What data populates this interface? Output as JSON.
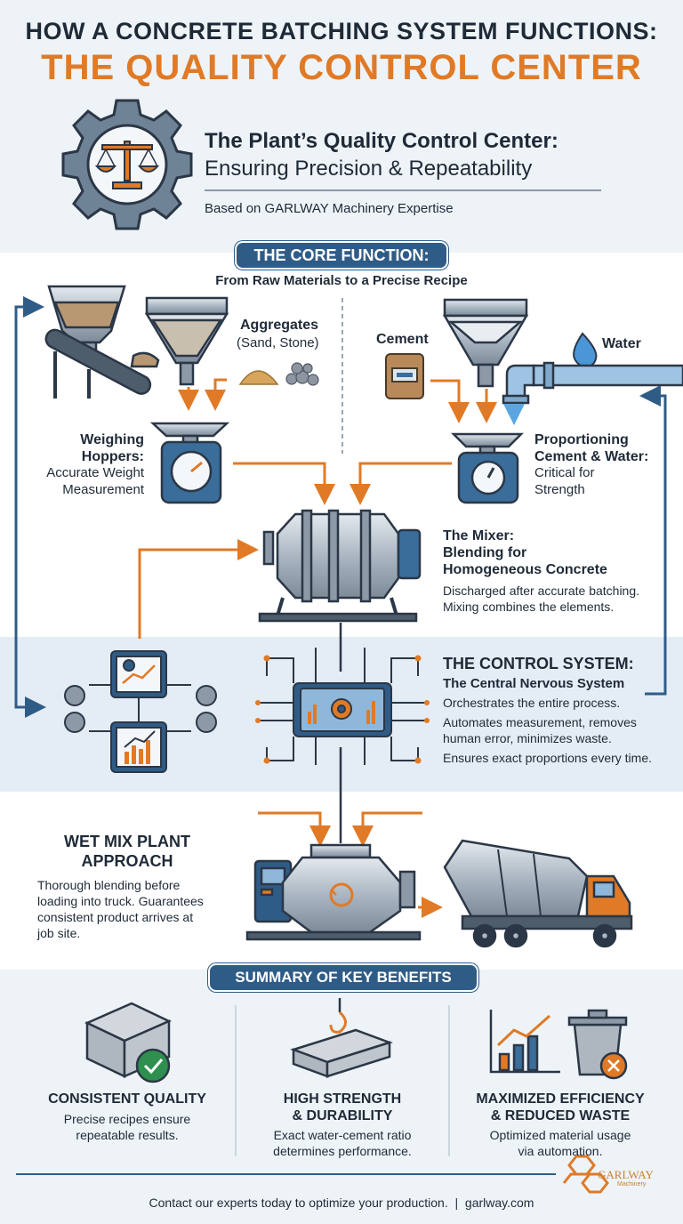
{
  "title": {
    "line1": "HOW A CONCRETE BATCHING SYSTEM FUNCTIONS:",
    "line2": "THE QUALITY CONTROL CENTER"
  },
  "header": {
    "heading": "The Plant’s Quality Control Center:",
    "subheading": "Ensuring Precision & Repeatability",
    "source": "Based on GARLWAY Machinery Expertise"
  },
  "core": {
    "pill": "THE CORE FUNCTION:",
    "subtitle": "From Raw Materials to a Precise Recipe"
  },
  "materials": {
    "aggregates_title": "Aggregates",
    "aggregates_sub": "(Sand, Stone)",
    "cement": "Cement",
    "water": "Water"
  },
  "weighing": {
    "title1": "Weighing",
    "title2": "Hoppers:",
    "desc1": "Accurate Weight",
    "desc2": "Measurement"
  },
  "proportioning": {
    "title1": "Proportioning",
    "title2": "Cement & Water:",
    "desc1": "Critical for",
    "desc2": "Strength"
  },
  "mixer": {
    "title1": "The Mixer:",
    "title2": "Blending for",
    "title3": "Homogeneous Concrete",
    "desc1": "Discharged after accurate batching.",
    "desc2": "Mixing combines the elements."
  },
  "control": {
    "title": "THE CONTROL SYSTEM:",
    "subtitle": "The Central Nervous System",
    "line1": "Orchestrates the entire process.",
    "line2": "Automates measurement, removes",
    "line3": "human error, minimizes waste.",
    "line4": "Ensures exact proportions every time."
  },
  "wetmix": {
    "title1": "WET MIX PLANT",
    "title2": "APPROACH",
    "desc1": "Thorough blending before",
    "desc2": "loading into truck. Guarantees",
    "desc3": "consistent product arrives at",
    "desc4": "job site."
  },
  "summary": {
    "pill": "SUMMARY OF KEY BENEFITS",
    "benefits": [
      {
        "title1": "CONSISTENT QUALITY",
        "title2": "",
        "desc1": "Precise recipes ensure",
        "desc2": "repeatable results.",
        "icon": "concrete-cube-check-icon"
      },
      {
        "title1": "HIGH STRENGTH",
        "title2": "& DURABILITY",
        "desc1": "Exact water-cement ratio",
        "desc2": "determines performance.",
        "icon": "steel-beam-crane-icon"
      },
      {
        "title1": "MAXIMIZED EFFICIENCY",
        "title2": "& REDUCED WASTE",
        "desc1": "Optimized material usage",
        "desc2": "via automation.",
        "icon": "chart-trash-icon"
      }
    ]
  },
  "footer": {
    "contact": "Contact our experts today to optimize your production.  |  garlway.com",
    "logo_text": "GARLWAY",
    "logo_sub": "Machinery"
  },
  "colors": {
    "orange": "#e07a26",
    "navy": "#2f5c87",
    "steel": "#6f8397",
    "dark": "#1f2a37"
  }
}
